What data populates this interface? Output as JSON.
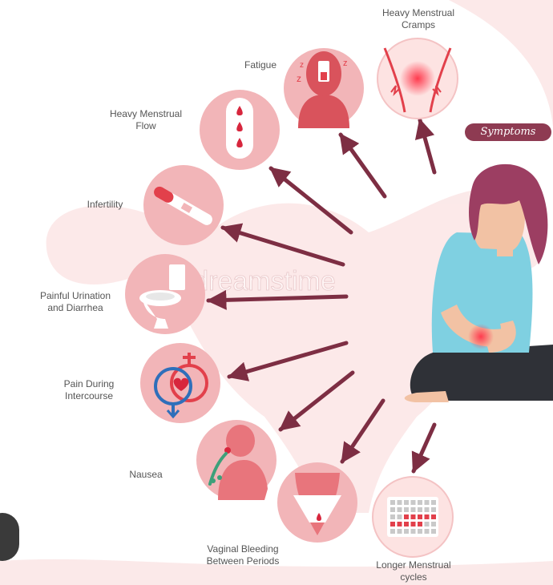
{
  "badge": "Symptoms",
  "watermark": "dreamstime",
  "symptoms": [
    {
      "id": "cramps",
      "lines": [
        "Heavy Menstrual",
        "Cramps"
      ],
      "icon": "uterus-cramp-icon"
    },
    {
      "id": "fatigue",
      "lines": [
        "Fatigue"
      ],
      "icon": "tired-head-icon"
    },
    {
      "id": "flow",
      "lines": [
        "Heavy Menstrual",
        "Flow"
      ],
      "icon": "sanitary-pad-icon"
    },
    {
      "id": "infertility",
      "lines": [
        "Infertility"
      ],
      "icon": "pregnancy-test-icon"
    },
    {
      "id": "urination",
      "lines": [
        "Painful Urination",
        "and Diarrhea"
      ],
      "icon": "toilet-icon"
    },
    {
      "id": "intercourse",
      "lines": [
        "Pain During",
        "Intercourse"
      ],
      "icon": "gender-symbols-icon"
    },
    {
      "id": "nausea",
      "lines": [
        "Nausea"
      ],
      "icon": "vomiting-person-icon"
    },
    {
      "id": "bleeding",
      "lines": [
        "Vaginal Bleeding",
        "Between Periods"
      ],
      "icon": "underwear-bleeding-icon"
    },
    {
      "id": "cycles",
      "lines": [
        "Longer Menstrual",
        "cycles"
      ],
      "icon": "calendar-icon"
    }
  ],
  "colors": {
    "circle": "#f2b5b8",
    "ring": "#fde3e2",
    "arrow": "#7d2e43",
    "accent": "#e2404b",
    "badge": "#8e3b52"
  }
}
